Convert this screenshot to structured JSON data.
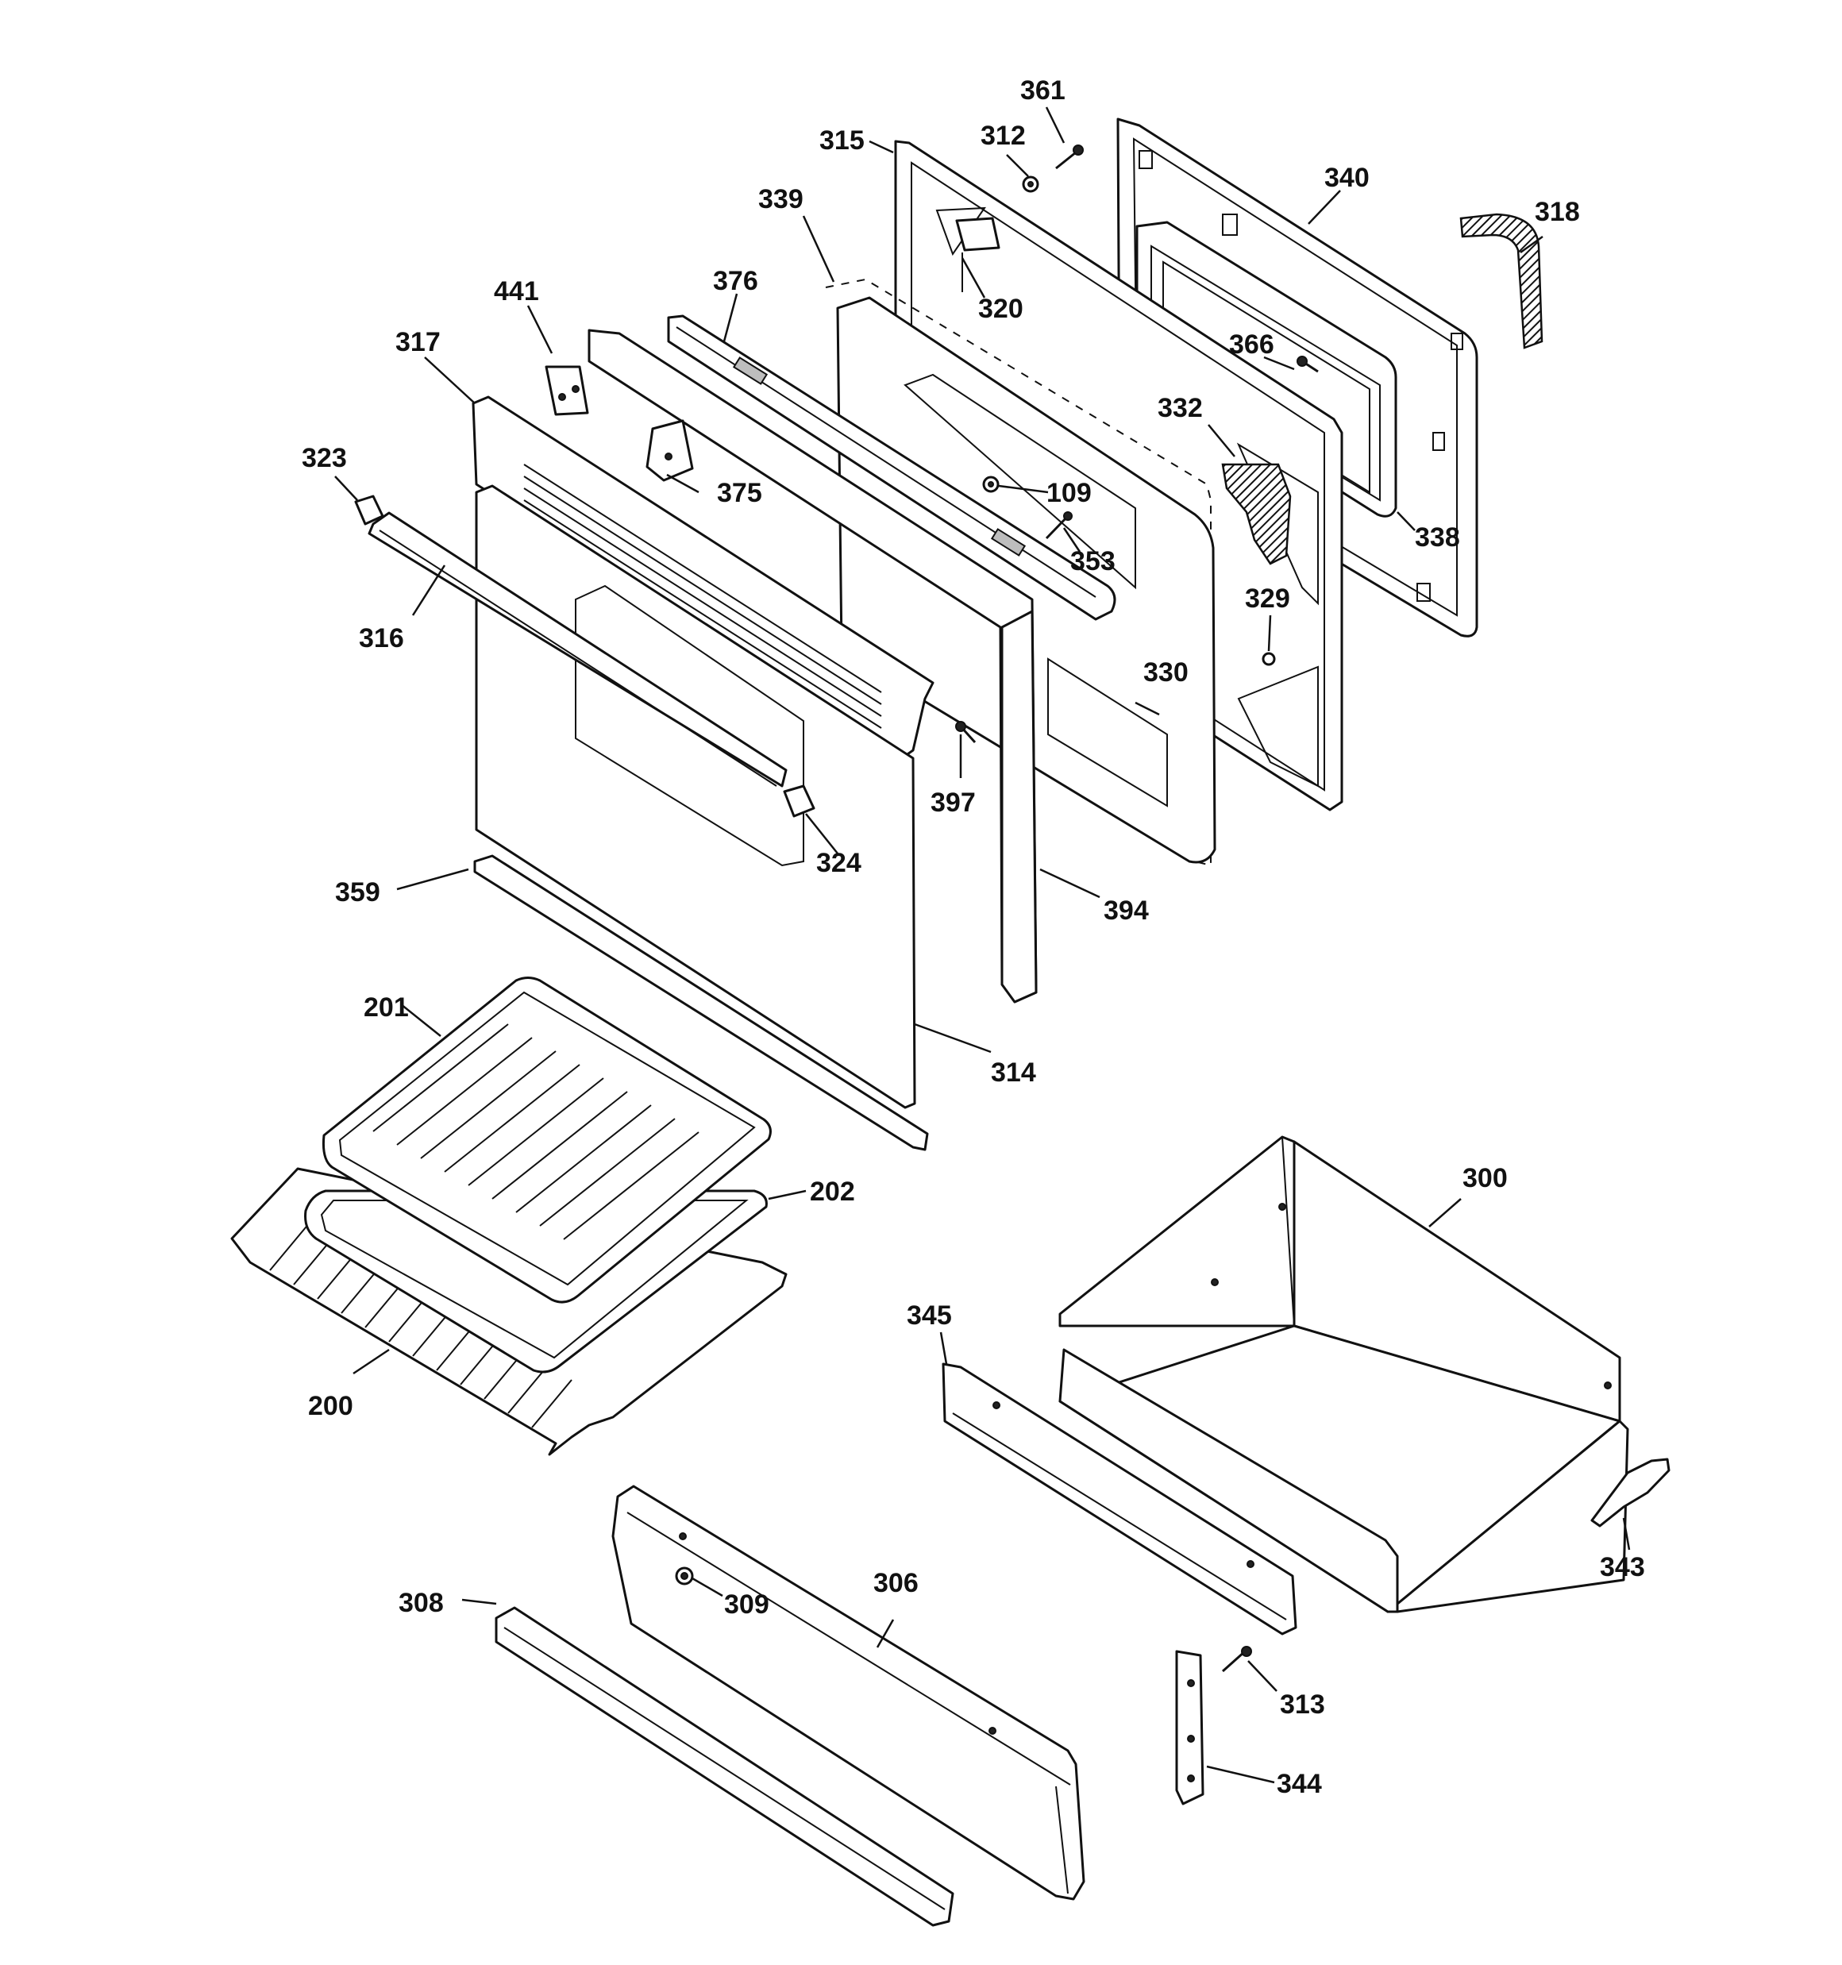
{
  "callouts": [
    {
      "id": "361",
      "text": "361"
    },
    {
      "id": "312",
      "text": "312"
    },
    {
      "id": "315",
      "text": "315"
    },
    {
      "id": "340",
      "text": "340"
    },
    {
      "id": "339",
      "text": "339"
    },
    {
      "id": "318",
      "text": "318"
    },
    {
      "id": "376",
      "text": "376"
    },
    {
      "id": "320",
      "text": "320"
    },
    {
      "id": "441",
      "text": "441"
    },
    {
      "id": "366",
      "text": "366"
    },
    {
      "id": "317",
      "text": "317"
    },
    {
      "id": "332",
      "text": "332"
    },
    {
      "id": "323",
      "text": "323"
    },
    {
      "id": "375",
      "text": "375"
    },
    {
      "id": "109",
      "text": "109"
    },
    {
      "id": "338",
      "text": "338"
    },
    {
      "id": "353",
      "text": "353"
    },
    {
      "id": "329",
      "text": "329"
    },
    {
      "id": "316",
      "text": "316"
    },
    {
      "id": "330",
      "text": "330"
    },
    {
      "id": "397",
      "text": "397"
    },
    {
      "id": "324",
      "text": "324"
    },
    {
      "id": "359",
      "text": "359"
    },
    {
      "id": "394",
      "text": "394"
    },
    {
      "id": "201",
      "text": "201"
    },
    {
      "id": "314",
      "text": "314"
    },
    {
      "id": "202",
      "text": "202"
    },
    {
      "id": "300",
      "text": "300"
    },
    {
      "id": "345",
      "text": "345"
    },
    {
      "id": "200",
      "text": "200"
    },
    {
      "id": "343",
      "text": "343"
    },
    {
      "id": "306",
      "text": "306"
    },
    {
      "id": "308",
      "text": "308"
    },
    {
      "id": "309",
      "text": "309"
    },
    {
      "id": "313",
      "text": "313"
    },
    {
      "id": "344",
      "text": "344"
    }
  ]
}
